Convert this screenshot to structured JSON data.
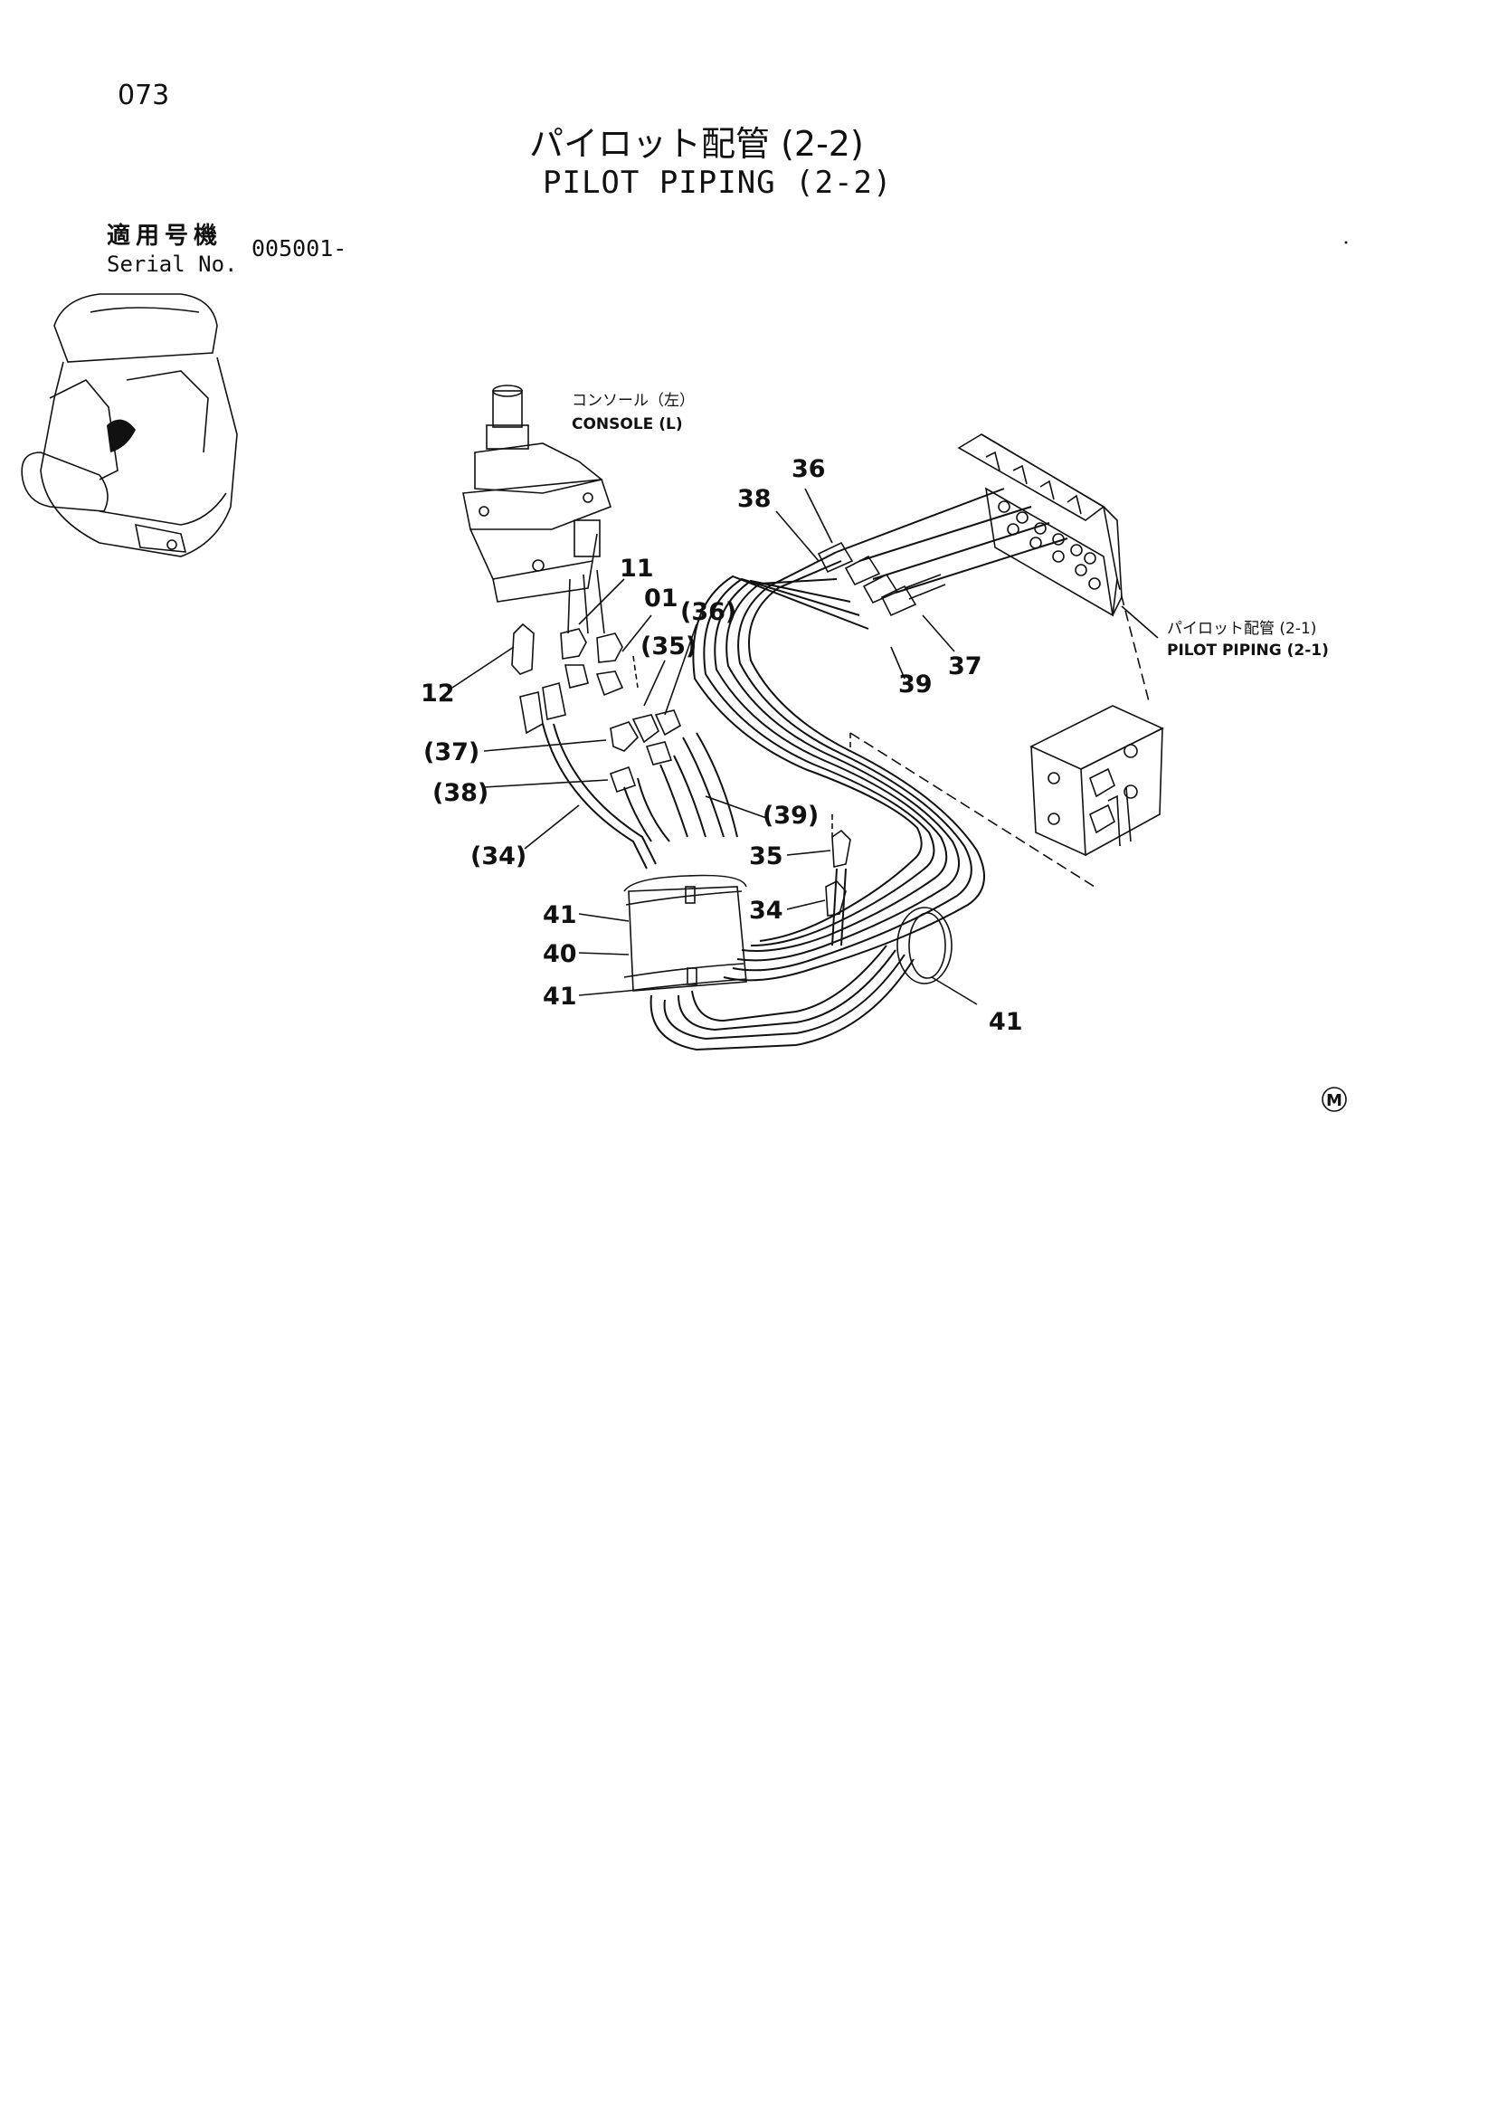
{
  "page": {
    "number": "073",
    "title_ja": "パイロット配管 (2-2)",
    "title_en": "PILOT PIPING (2-2)",
    "serial_label_ja": "適用号機",
    "serial_label_en": "Serial No.",
    "serial_value": "005001-"
  },
  "diagram": {
    "console_label_ja": "コンソール（左）",
    "console_label_en": "CONSOLE (L)",
    "ref_label_ja": "パイロット配管 (2-1)",
    "ref_label_en": "PILOT PIPING (2-1)",
    "mark": "M",
    "callouts": [
      {
        "id": "c-36-top",
        "text": "36"
      },
      {
        "id": "c-38-top",
        "text": "38"
      },
      {
        "id": "c-11",
        "text": "11"
      },
      {
        "id": "c-01",
        "text": "01"
      },
      {
        "id": "c-36p",
        "text": "(36)"
      },
      {
        "id": "c-35p",
        "text": "(35)"
      },
      {
        "id": "c-12",
        "text": "12"
      },
      {
        "id": "c-37p",
        "text": "(37)"
      },
      {
        "id": "c-38p",
        "text": "(38)"
      },
      {
        "id": "c-39p",
        "text": "(39)"
      },
      {
        "id": "c-34p",
        "text": "(34)"
      },
      {
        "id": "c-35",
        "text": "35"
      },
      {
        "id": "c-34",
        "text": "34"
      },
      {
        "id": "c-41a",
        "text": "41"
      },
      {
        "id": "c-40",
        "text": "40"
      },
      {
        "id": "c-41b",
        "text": "41"
      },
      {
        "id": "c-41c",
        "text": "41"
      },
      {
        "id": "c-39",
        "text": "39"
      },
      {
        "id": "c-37",
        "text": "37"
      }
    ]
  }
}
